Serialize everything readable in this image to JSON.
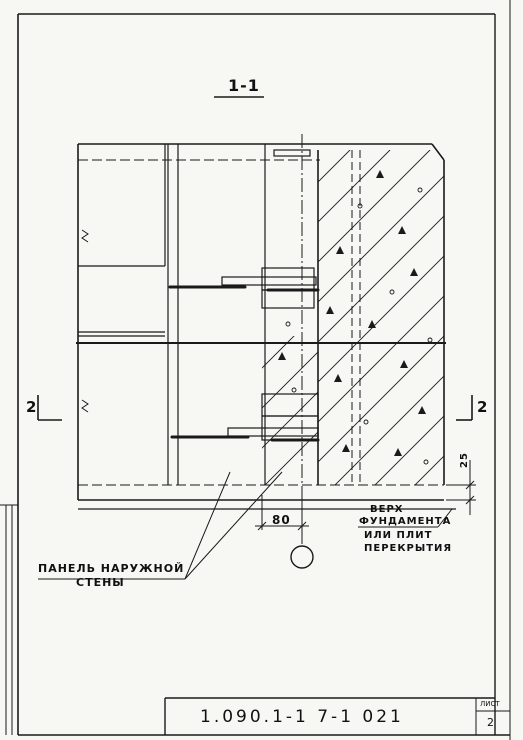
{
  "section": {
    "title": "1-1"
  },
  "cut_markers": {
    "left": "2",
    "right": "2"
  },
  "dimensions": {
    "offset": "80",
    "height": "25"
  },
  "notes": {
    "foundation_top": [
      "ВЕРХ",
      "ФУНДАМЕНТА",
      "ИЛИ ПЛИТ",
      "ПЕРЕКРЫТИЯ"
    ],
    "panel": [
      "ПАНЕЛЬ НАРУЖНОЙ",
      "СТЕНЫ"
    ]
  },
  "title_block": {
    "code": "1.090.1-1 7-1 021",
    "sheet_label": "ЛИСТ",
    "sheet_number": "2"
  },
  "colors": {
    "ink": "#1a1a1a",
    "paper": "#f7f7f4"
  }
}
